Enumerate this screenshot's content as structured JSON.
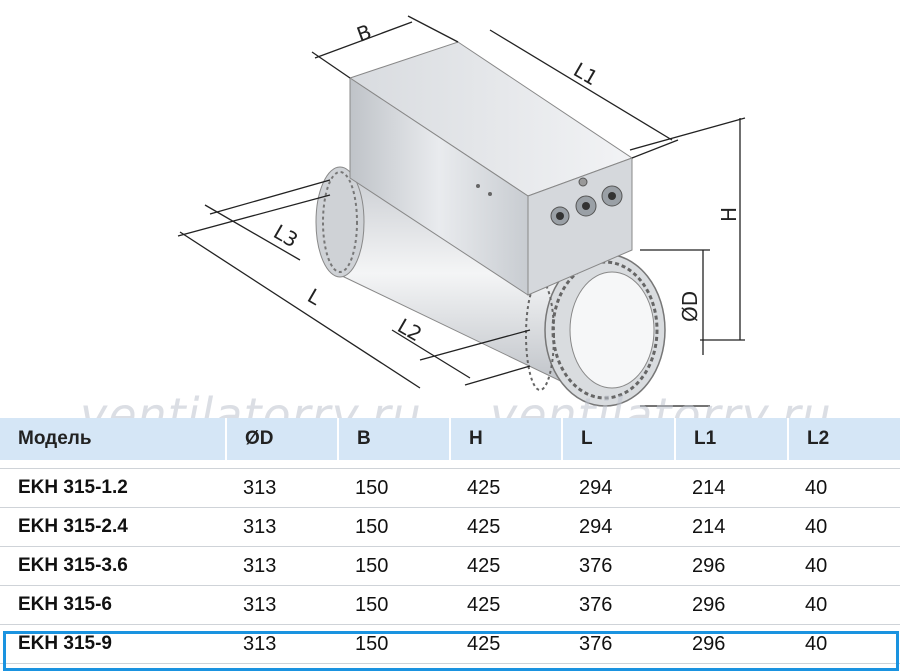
{
  "drawing": {
    "dimension_labels": {
      "B": "B",
      "L1": "L1",
      "H": "H",
      "L3": "L3",
      "L": "L",
      "L2": "L2",
      "D": "ØD"
    }
  },
  "watermark": "ventilatorry.ru",
  "table": {
    "headers": [
      "Модель",
      "ØD",
      "B",
      "H",
      "L",
      "L1",
      "L2"
    ],
    "rows": [
      [
        "EKH 315-1.2",
        "313",
        "150",
        "425",
        "294",
        "214",
        "40"
      ],
      [
        "EKH 315-2.4",
        "313",
        "150",
        "425",
        "294",
        "214",
        "40"
      ],
      [
        "EKH 315-3.6",
        "313",
        "150",
        "425",
        "376",
        "296",
        "40"
      ],
      [
        "EKH 315-6",
        "313",
        "150",
        "425",
        "376",
        "296",
        "40"
      ],
      [
        "EKH 315-9",
        "313",
        "150",
        "425",
        "376",
        "296",
        "40"
      ]
    ],
    "highlighted_row": "EKH 315-9",
    "highlight_color": "#1a93e0",
    "header_color": "#d5e6f6"
  }
}
